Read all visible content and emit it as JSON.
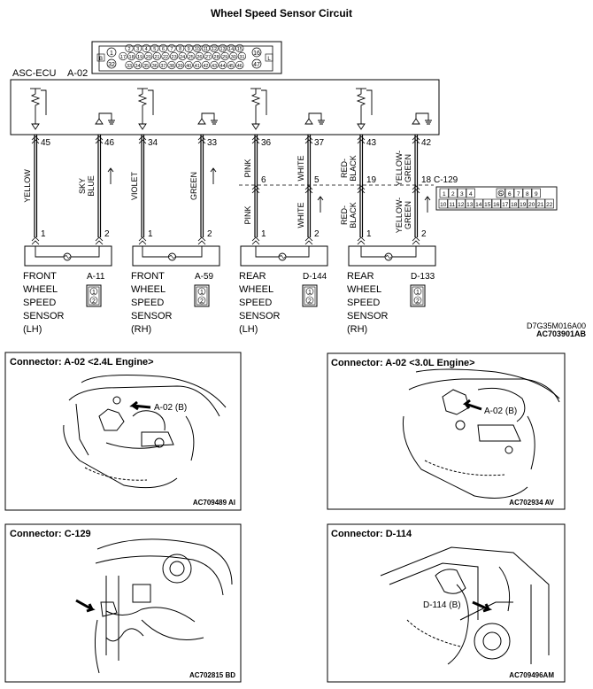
{
  "title": "Wheel Speed Sensor Circuit",
  "ecu": {
    "label": "ASC-ECU",
    "connector": "A-02",
    "pins_top": [
      "2",
      "3",
      "4",
      "5",
      "6",
      "7",
      "8",
      "9",
      "10",
      "11",
      "12",
      "13",
      "14",
      "15"
    ],
    "pins_mid": [
      "17",
      "18",
      "19",
      "20",
      "21",
      "22",
      "23",
      "24",
      "25",
      "26",
      "27",
      "28",
      "29",
      "30",
      "31"
    ],
    "pins_bot": [
      "33",
      "34",
      "35",
      "36",
      "37",
      "38",
      "39",
      "40",
      "41",
      "42",
      "43",
      "44",
      "45",
      "46"
    ],
    "pin_left_top": "1",
    "pin_left_bot": "32",
    "pin_right_top": "16",
    "pin_right_bot": "47",
    "tag_b": "B",
    "tag_l": "L"
  },
  "wires": [
    {
      "pin": "45",
      "color": "YELLOW"
    },
    {
      "pin": "46",
      "color": "SKY BLUE"
    },
    {
      "pin": "34",
      "color": "VIOLET"
    },
    {
      "pin": "33",
      "color": "GREEN"
    },
    {
      "pin": "36",
      "color": "PINK",
      "lower_color": "PINK",
      "jpin": "6"
    },
    {
      "pin": "37",
      "color": "WHITE",
      "lower_color": "WHITE",
      "jpin": "5"
    },
    {
      "pin": "43",
      "color": "RED-BLACK",
      "lower_color": "RED-BLACK",
      "jpin": "19"
    },
    {
      "pin": "42",
      "color": "YELLOW-GREEN",
      "lower_color": "YELLOW-GREEN",
      "jpin": "18"
    }
  ],
  "joint": {
    "label": "C-129",
    "row1": [
      "1",
      "2",
      "3",
      "4",
      "",
      "",
      "5",
      "6",
      "7",
      "8",
      "9"
    ],
    "row2": [
      "10",
      "11",
      "12",
      "13",
      "14",
      "15",
      "16",
      "17",
      "18",
      "19",
      "20",
      "21",
      "22"
    ]
  },
  "sensors": [
    {
      "id": "A-11",
      "name": [
        "FRONT",
        "WHEEL",
        "SPEED",
        "SENSOR",
        "(LH)"
      ]
    },
    {
      "id": "A-59",
      "name": [
        "FRONT",
        "WHEEL",
        "SPEED",
        "SENSOR",
        "(RH)"
      ]
    },
    {
      "id": "D-144",
      "name": [
        "REAR",
        "WHEEL",
        "SPEED",
        "SENSOR",
        "(LH)"
      ]
    },
    {
      "id": "D-133",
      "name": [
        "REAR",
        "WHEEL",
        "SPEED",
        "SENSOR",
        "(RH)"
      ]
    }
  ],
  "sensor_pins": [
    "1",
    "2"
  ],
  "code1": "D7G35M016A00",
  "code2": "AC703901AB",
  "panels": [
    {
      "title": "Connector: A-02 <2.4L Engine>",
      "callout": "A-02 (B)",
      "code": "AC709489 AI"
    },
    {
      "title": "Connector: A-02 <3.0L Engine>",
      "callout": "A-02 (B)",
      "code": "AC702934 AV"
    },
    {
      "title": "Connector: C-129",
      "callout": "",
      "code": "AC702815 BD"
    },
    {
      "title": "Connector: D-114",
      "callout": "D-114 (B)",
      "code": "AC709496AM"
    }
  ]
}
